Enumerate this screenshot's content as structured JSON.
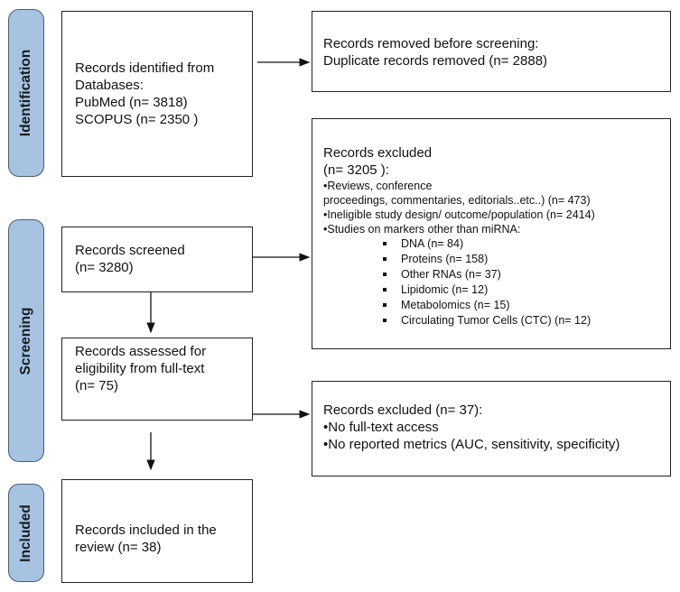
{
  "phases": {
    "identification": "Identification",
    "screening": "Screening",
    "included": "Included"
  },
  "identified": {
    "line1": "Records identified from",
    "line2": "Databases:",
    "line3": "PubMed (n= 3818)",
    "line4": "SCOPUS (n= 2350 )"
  },
  "removed": {
    "line1": "Records removed before screening:",
    "line2": "Duplicate records removed  (n= 2888)"
  },
  "excluded1": {
    "title": "Records excluded",
    "count": "(n= 3205 ):",
    "reason1a": "•Reviews, conference",
    "reason1b": "proceedings, commentaries, editorials..etc..) (n= 473)",
    "reason2": "•Ineligible study design/ outcome/population  (n= 2414)",
    "reason3": "•Studies on markers other than miRNA:",
    "markers": [
      "DNA (n= 84)",
      "Proteins (n= 158)",
      "Other RNAs (n= 37)",
      "Lipidomic (n= 12)",
      "Metabolomics (n= 15)",
      "Circulating Tumor Cells (CTC) (n= 12)"
    ]
  },
  "screened": {
    "line1": "Records screened",
    "line2": "(n= 3280)"
  },
  "assessed": {
    "line1": "Records assessed for",
    "line2": "eligibility from full-text",
    "line3": "(n= 75)"
  },
  "excluded2": {
    "line1": "Records excluded (n= 37):",
    "line2": "•No full-text access",
    "line3": "•No reported metrics (AUC, sensitivity, specificity)"
  },
  "included": {
    "line1": "Records included in the",
    "line2": "review (n= 38)"
  }
}
